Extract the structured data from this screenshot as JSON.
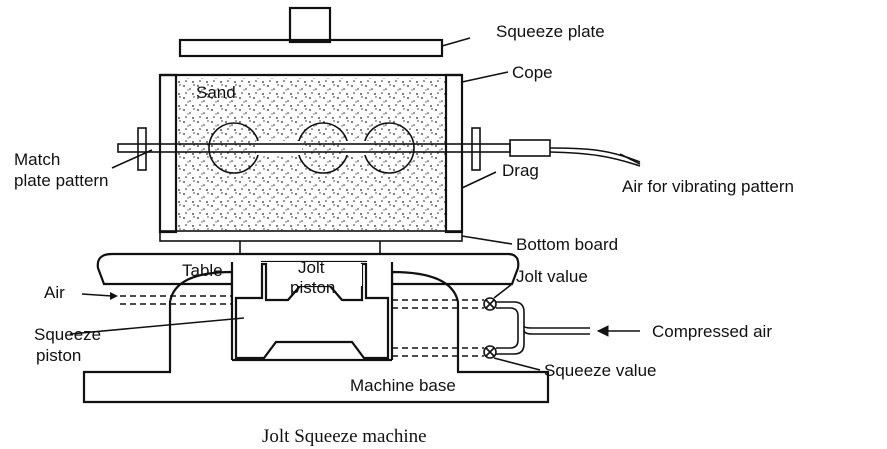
{
  "labels": {
    "squeeze_plate": "Squeeze plate",
    "cope": "Cope",
    "sand": "Sand",
    "match_plate_1": "Match",
    "match_plate_2": "plate pattern",
    "drag": "Drag",
    "air_vibrating": "Air for vibrating pattern",
    "bottom_board": "Bottom board",
    "table": "Table",
    "jolt_piston_1": "Jolt",
    "jolt_piston_2": "piston",
    "jolt_value": "Jolt value",
    "air": "Air",
    "compressed_air": "Compressed air",
    "squeeze_piston_1": "Squeeze",
    "squeeze_piston_2": "piston",
    "squeeze_value": "Squeeze value",
    "machine_base": "Machine base"
  },
  "caption": "Jolt Squeeze machine"
}
